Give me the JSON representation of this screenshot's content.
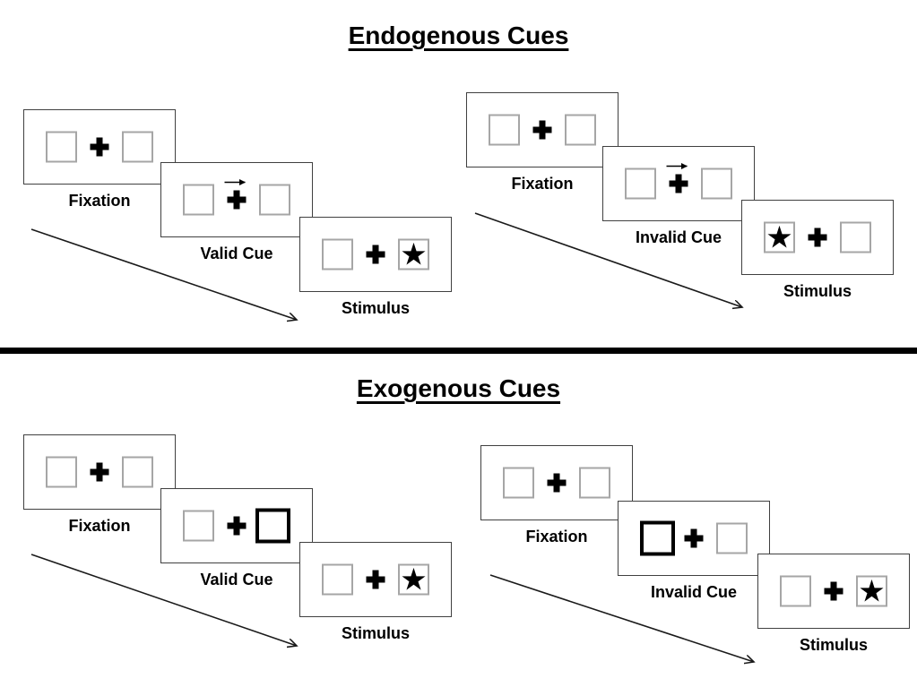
{
  "colors": {
    "text": "#000000",
    "panel_border": "#404040",
    "placeholder_box_border": "#a6a6a6",
    "highlight_box_border": "#000000",
    "divider": "#000000",
    "arrow": "#1a1a1a"
  },
  "glyphs": {
    "star": "★"
  },
  "sections": [
    {
      "title": "Endogenous Cues",
      "sequences": [
        {
          "name": "valid",
          "panels": [
            {
              "label": "Fixation",
              "left_box": "empty",
              "right_box": "empty",
              "center": "plus",
              "cue_arrow": false
            },
            {
              "label": "Valid Cue",
              "left_box": "empty",
              "right_box": "empty",
              "center": "plus",
              "cue_arrow": true
            },
            {
              "label": "Stimulus",
              "left_box": "empty",
              "right_box": "star",
              "center": "plus",
              "cue_arrow": false
            }
          ]
        },
        {
          "name": "invalid",
          "panels": [
            {
              "label": "Fixation",
              "left_box": "empty",
              "right_box": "empty",
              "center": "plus",
              "cue_arrow": false
            },
            {
              "label": "Invalid Cue",
              "left_box": "empty",
              "right_box": "empty",
              "center": "plus",
              "cue_arrow": true
            },
            {
              "label": "Stimulus",
              "left_box": "star",
              "right_box": "empty",
              "center": "plus",
              "cue_arrow": false
            }
          ]
        }
      ]
    },
    {
      "title": "Exogenous Cues",
      "sequences": [
        {
          "name": "valid",
          "panels": [
            {
              "label": "Fixation",
              "left_box": "empty",
              "right_box": "empty",
              "center": "plus",
              "cue_arrow": false
            },
            {
              "label": "Valid Cue",
              "left_box": "empty",
              "right_box": "highlighted",
              "center": "plus",
              "cue_arrow": false
            },
            {
              "label": "Stimulus",
              "left_box": "empty",
              "right_box": "star",
              "center": "plus",
              "cue_arrow": false
            }
          ]
        },
        {
          "name": "invalid",
          "panels": [
            {
              "label": "Fixation",
              "left_box": "empty",
              "right_box": "empty",
              "center": "plus",
              "cue_arrow": false
            },
            {
              "label": "Invalid Cue",
              "left_box": "highlighted",
              "right_box": "empty",
              "center": "plus",
              "cue_arrow": false
            },
            {
              "label": "Stimulus",
              "left_box": "empty",
              "right_box": "star",
              "center": "plus",
              "cue_arrow": false
            }
          ]
        }
      ]
    }
  ]
}
